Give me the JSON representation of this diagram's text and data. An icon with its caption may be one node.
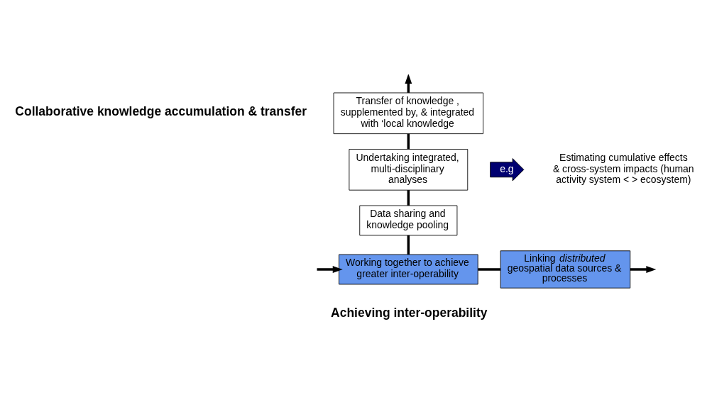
{
  "diagram": {
    "nodes": [
      {
        "text": [
          "Working together to achieve greater inter-operability"
        ]
      },
      {
        "text": [
          "Linking *distributed* geospatial data sources & processes"
        ]
      },
      {
        "text": [
          "Data sharing and knowledge pooling"
        ]
      },
      {
        "text": [
          "Undertaking integrated, multi-disciplinary analyses"
        ]
      },
      {
        "text": [
          "Transfer of knowledge , supplemented by, & integrated with ‘local knowledge"
        ]
      },
      {
        "text": [
          "e.g"
        ]
      },
      {
        "text": [
          "Estimating cumulative effects & cross-system impacts (human activity system < > ecosystem)"
        ]
      }
    ],
    "edges": [
      {
        "from": null,
        "to": 0,
        "arrow": "to"
      },
      {
        "from": 0,
        "to": 1,
        "arrow": "none"
      },
      {
        "from": 1,
        "to": null,
        "arrow": "to"
      },
      {
        "from": 0,
        "to": 2,
        "arrow": "none"
      },
      {
        "from": 2,
        "to": 3,
        "arrow": "none"
      },
      {
        "from": 3,
        "to": 4,
        "arrow": "none"
      },
      {
        "from": 4,
        "to": null,
        "arrow": "to"
      }
    ],
    "labels": [
      "Collaborative knowledge accumulation & transfer",
      "Achieving inter-operability"
    ]
  }
}
